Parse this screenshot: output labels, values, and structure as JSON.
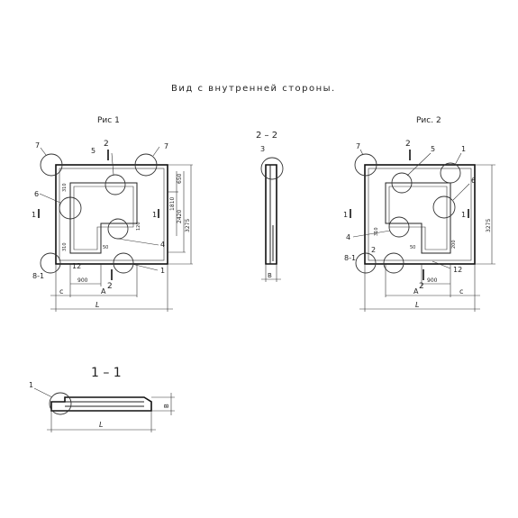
{
  "heading": "Вид с внутренней стороны.",
  "figures": {
    "fig1": {
      "title": "Рис 1",
      "callouts": {
        "c7a": "7",
        "c5": "5",
        "c7b": "7",
        "c6": "6",
        "c4": "4",
        "c81": "8-1",
        "c12": "12",
        "c1": "1"
      },
      "section_mark": "2",
      "side_mark": "1",
      "dims": {
        "d310": "310",
        "d1810": "1810",
        "d650": "650",
        "d2420": "2420",
        "d3275": "3275",
        "d120": "120",
        "d310b": "310",
        "d50": "50",
        "d900": "900"
      },
      "letters": {
        "A": "A",
        "c": "c",
        "L": "L"
      }
    },
    "fig2": {
      "title": "Рис. 2",
      "callouts": {
        "c7": "7",
        "c5": "5",
        "c1": "1",
        "c6": "6",
        "c4": "4",
        "c2": "2",
        "c81": "8-1",
        "c12": "12"
      },
      "section_mark": "2",
      "side_mark": "1",
      "dims": {
        "d310": "310",
        "d3275": "3275",
        "d900": "900",
        "d50": "50",
        "d200": "200"
      },
      "letters": {
        "A": "A",
        "c": "c",
        "L": "L"
      }
    },
    "section22": {
      "title": "2 – 2",
      "callout": "3",
      "dim": "B"
    },
    "section11": {
      "title": "1 – 1",
      "callout": "1",
      "dimL": "L",
      "dimB": "B"
    }
  }
}
